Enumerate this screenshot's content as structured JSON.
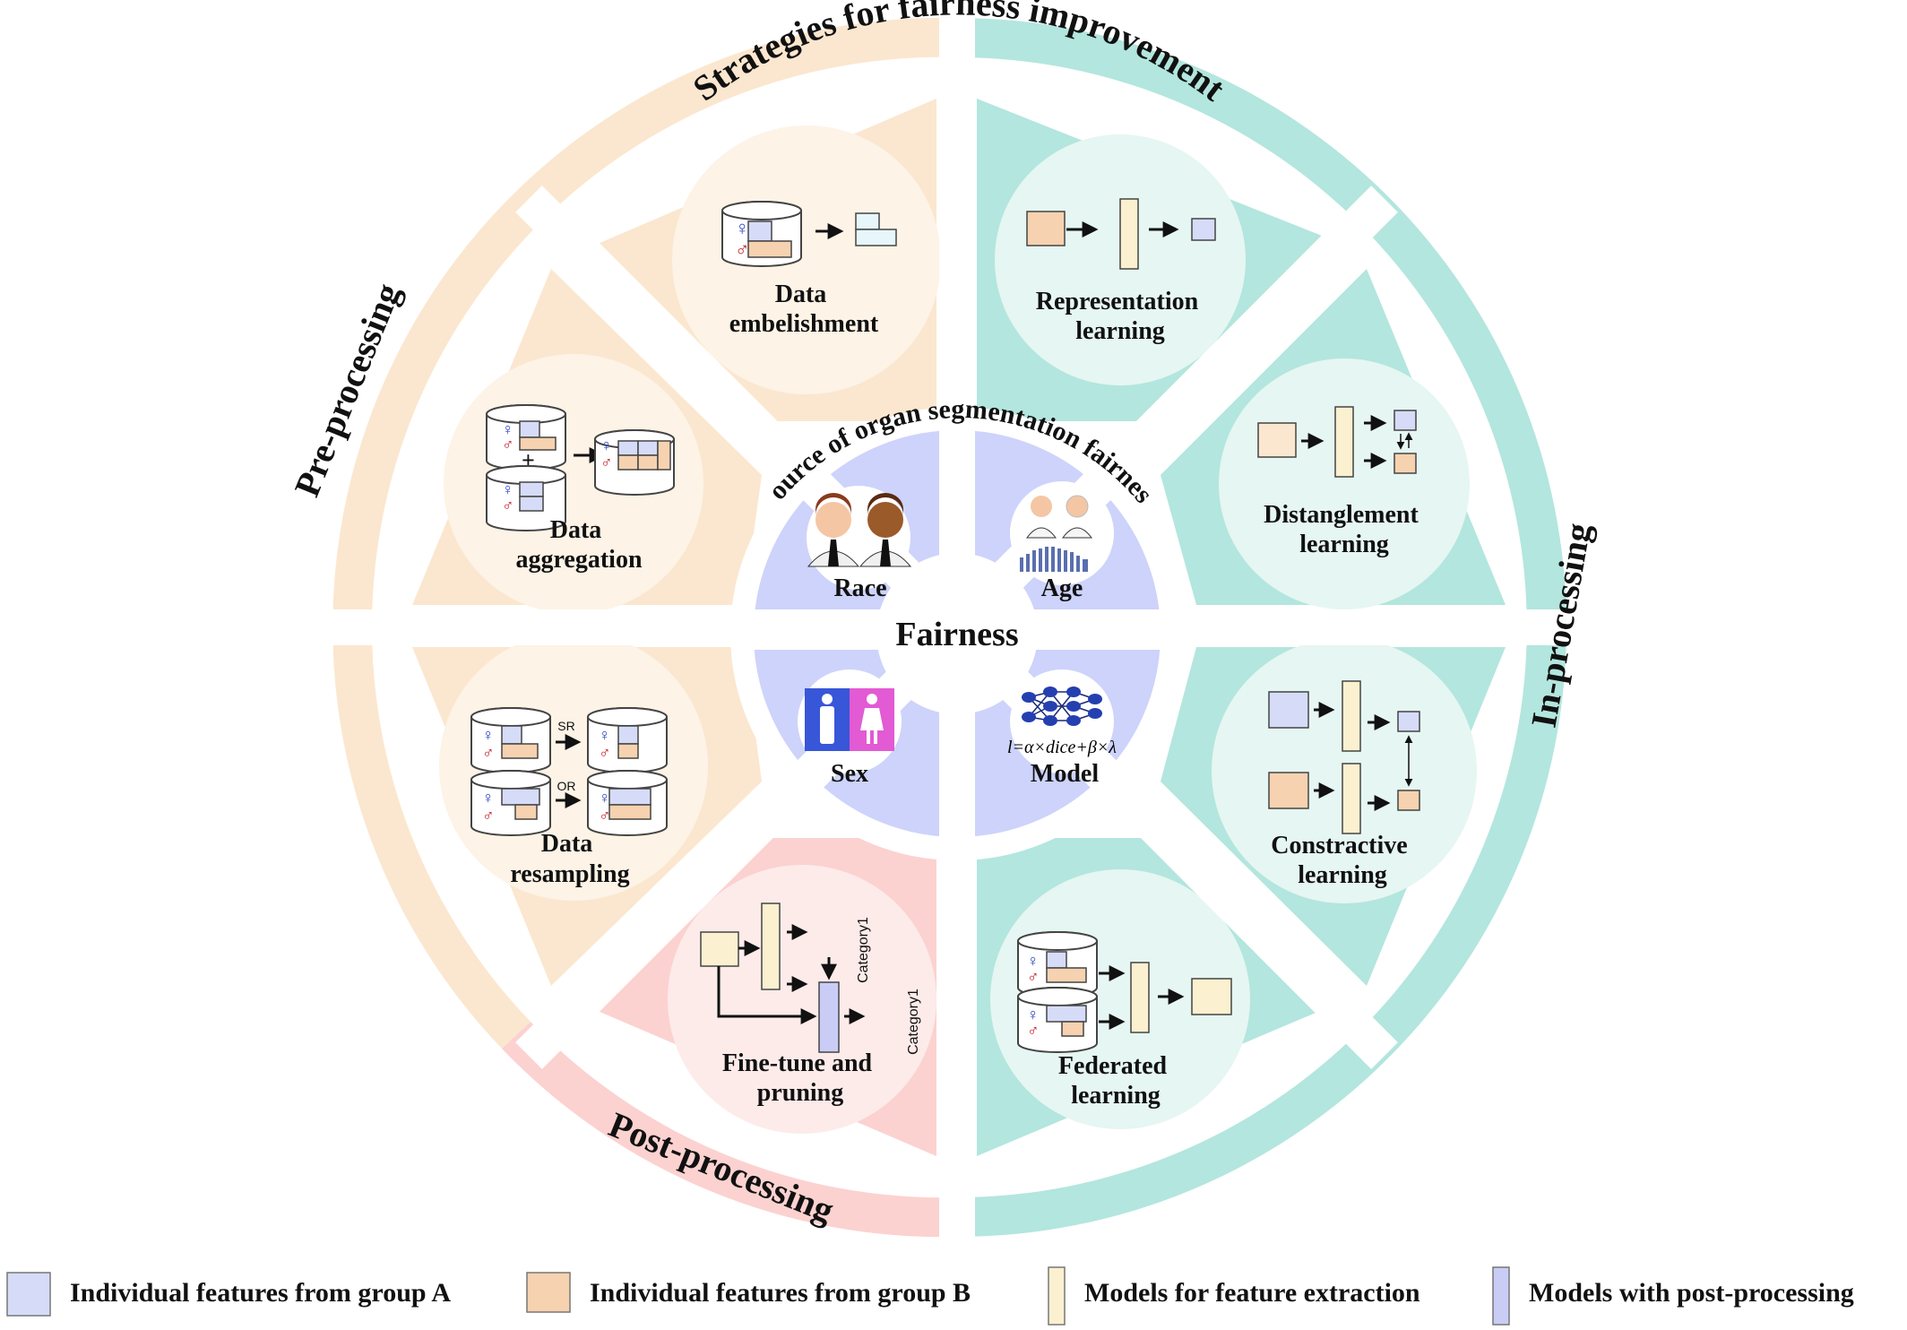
{
  "ring": {
    "outer_title": "Strategies for fairness improvement",
    "inner_title": "Source of organ segmentation fairness",
    "pre": "Pre-processing",
    "in": "In-processing",
    "post": "Post-processing",
    "center": "Fairness"
  },
  "sources": {
    "race": "Race",
    "age": "Age",
    "sex": "Sex",
    "model": "Model",
    "formula": "l=α×dice+β×λ"
  },
  "strategies": {
    "embellish": [
      "Data",
      "embelishment"
    ],
    "aggregate": [
      "Data",
      "aggregation"
    ],
    "resample": [
      "Data",
      "resampling"
    ],
    "resample_sr": "SR",
    "resample_or": "OR",
    "finetune": [
      "Fine-tune and",
      "pruning"
    ],
    "category": "Category1",
    "representation": [
      "Representation",
      "learning"
    ],
    "disentangle": [
      "Distanglement",
      "learning"
    ],
    "contrastive": [
      "Constractive",
      "learning"
    ],
    "federated": [
      "Federated",
      "learning"
    ]
  },
  "legend": [
    "Individual features from group A",
    "Individual features from group B",
    "Models for feature extraction",
    "Models with post-processing"
  ],
  "colors": {
    "pre": "#fbe7cf",
    "pre_inner": "#fdf3e6",
    "in": "#b3e6de",
    "in_inner": "#e6f6f2",
    "post": "#fbd2d0",
    "post_inner": "#fdebea",
    "source": "#cdd3fa",
    "group_a": "#d6dcf8",
    "group_b": "#f6d2b0",
    "model": "#fbf0cf",
    "model_post": "#c9cdf6"
  }
}
